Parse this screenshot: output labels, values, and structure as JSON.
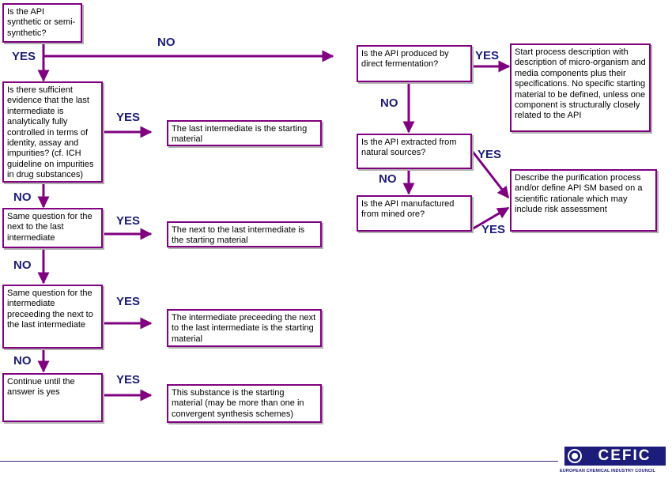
{
  "boxes": {
    "q_synthetic": "Is the API synthetic or semi-synthetic?",
    "q_evidence": "Is there sufficient evidence that the last intermediate is analytically fully controlled in terms of identity, assay and impurities? (cf. ICH guideline on impurities in drug substances)",
    "q_same_next": "Same question for the next to the last intermediate",
    "q_same_prec": "Same question for the intermediate preceeding the next to the last intermediate",
    "q_continue": "Continue until the answer is yes",
    "r_last": "The last intermediate is the starting material",
    "r_next": "The next to the last intermediate is the starting material",
    "r_prec": "The intermediate preceeding the next to the last intermediate is the starting material",
    "r_substance": "This substance is the starting material (may be more than one in convergent synthesis schemes)",
    "q_fermentation": "Is the API produced by direct fermentation?",
    "r_process": "Start process description with description of micro-organism and media components plus their specifications. No specific starting material to be defined, unless one component is structurally closely related to the API",
    "q_natural": "Is the API extracted from natural sources?",
    "q_mined": "Is the API manufactured from mined ore?",
    "r_purification": "Describe the purification process and/or define API SM based on a scientific rationale which may include risk assessment"
  },
  "labels": {
    "yes": "YES",
    "no": "NO"
  },
  "footer": {
    "logo_text": "CEFIC",
    "org_name": "EUROPEAN CHEMICAL INDUSTRY COUNCIL"
  },
  "colors": {
    "box_border": "#800080",
    "arrow": "#800080",
    "label_text": "#1c1c7a",
    "brand": "#1c1c7a"
  }
}
